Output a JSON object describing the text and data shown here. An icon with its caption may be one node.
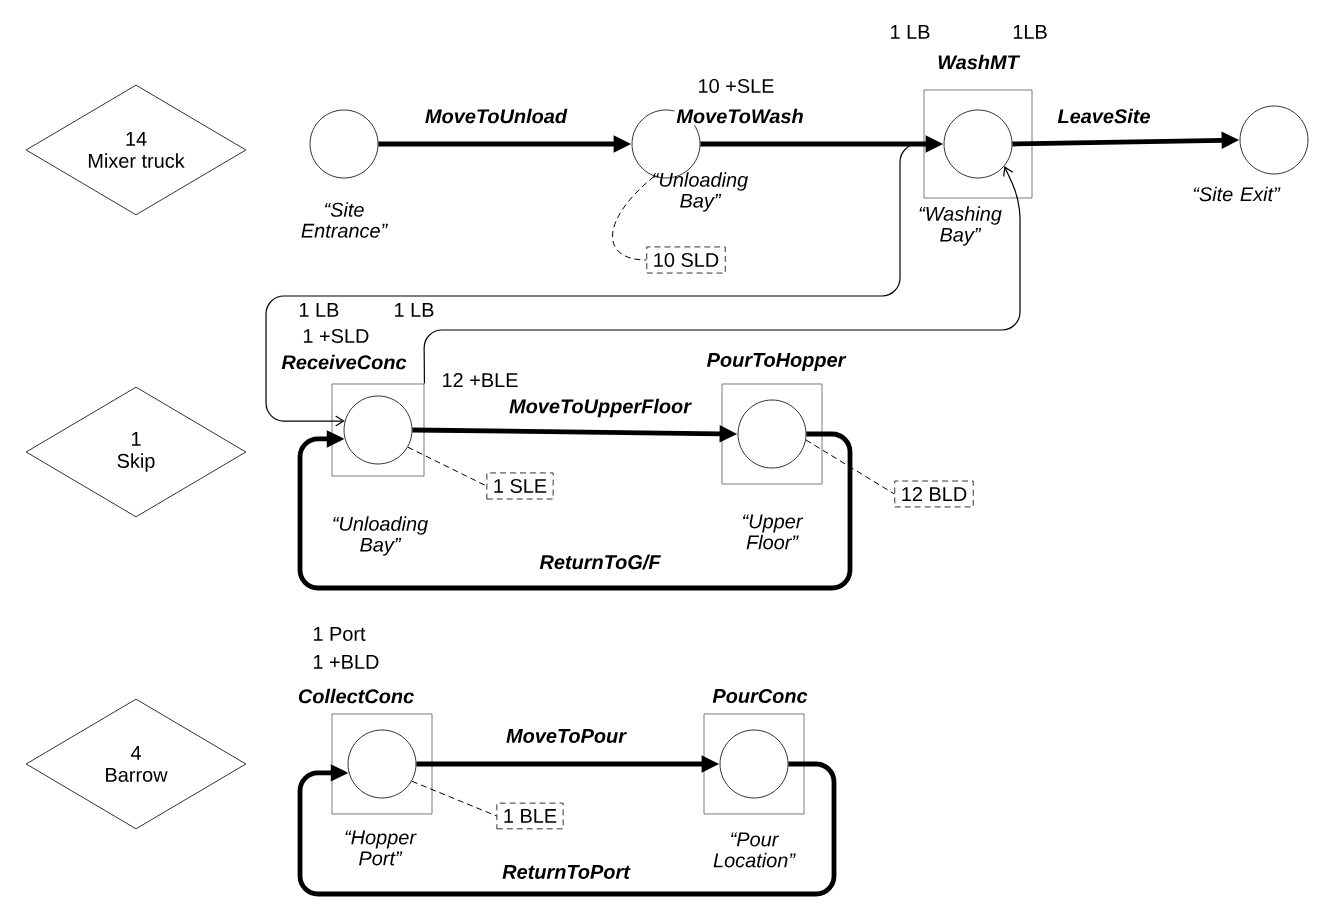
{
  "diagram": {
    "nodes": [
      {
        "text": [
          "14",
          "Mixer truck"
        ]
      },
      {
        "text": [],
        "shape": "circle",
        "beside": [
          "“Site Entrance”"
        ]
      },
      {
        "text": [],
        "shape": "circle",
        "beside": [
          "“Unloading Bay”",
          "10 +SLE"
        ]
      },
      {
        "text": [
          "WashMT"
        ],
        "beside": [
          "1 LB",
          "1LB"
        ]
      },
      {
        "text": [],
        "shape": "circle",
        "in": 3,
        "beside": [
          "“Washing Bay”"
        ]
      },
      {
        "text": [],
        "shape": "circle",
        "beside": [
          "“Site Exit”"
        ]
      },
      {
        "text": [
          "10 SLD"
        ]
      },
      {
        "text": [
          "1",
          "Skip"
        ]
      },
      {
        "text": [
          "ReceiveConc"
        ],
        "beside": [
          "1 LB",
          "1 LB",
          "1 +SLD"
        ]
      },
      {
        "text": [],
        "shape": "circle",
        "in": 8,
        "beside": [
          "“Unloading Bay”",
          "12 +BLE"
        ]
      },
      {
        "text": [
          "1 SLE"
        ]
      },
      {
        "text": [
          "PourToHopper"
        ]
      },
      {
        "text": [],
        "shape": "circle",
        "in": 11,
        "beside": [
          "“Upper Floor”"
        ]
      },
      {
        "text": [
          "12 BLD"
        ]
      },
      {
        "text": [
          "4",
          "Barrow"
        ]
      },
      {
        "text": [
          "CollectConc"
        ],
        "beside": [
          "1 Port",
          "1 +BLD"
        ]
      },
      {
        "text": [],
        "shape": "circle",
        "in": 15,
        "beside": [
          "“Hopper Port”"
        ]
      },
      {
        "text": [
          "1 BLE"
        ]
      },
      {
        "text": [
          "PourConc"
        ]
      },
      {
        "text": [],
        "shape": "circle",
        "in": 18,
        "beside": [
          "“Pour Location”"
        ]
      }
    ],
    "edges": [
      {
        "from": 1,
        "to": 2,
        "arrow": "to",
        "label": "MoveToUnload"
      },
      {
        "from": 2,
        "to": 4,
        "arrow": "to",
        "label": "MoveToWash"
      },
      {
        "from": 4,
        "to": 5,
        "arrow": "to",
        "label": "LeaveSite"
      },
      {
        "from": 2,
        "to": 6,
        "arrow": "none",
        "style": "dashed"
      },
      {
        "from": 3,
        "to": 9,
        "arrow": "to"
      },
      {
        "from": 8,
        "to": 4,
        "arrow": "to"
      },
      {
        "from": 9,
        "to": 12,
        "arrow": "to",
        "label": "MoveToUpperFloor"
      },
      {
        "from": 12,
        "to": 9,
        "arrow": "to",
        "label": "ReturnToG/F"
      },
      {
        "from": 9,
        "to": 10,
        "arrow": "none",
        "style": "dashed"
      },
      {
        "from": 12,
        "to": 13,
        "arrow": "none",
        "style": "dashed"
      },
      {
        "from": 16,
        "to": 19,
        "arrow": "to",
        "label": "MoveToPour"
      },
      {
        "from": 19,
        "to": 16,
        "arrow": "to",
        "label": "ReturnToPort"
      },
      {
        "from": 16,
        "to": 17,
        "arrow": "none",
        "style": "dashed"
      }
    ]
  }
}
